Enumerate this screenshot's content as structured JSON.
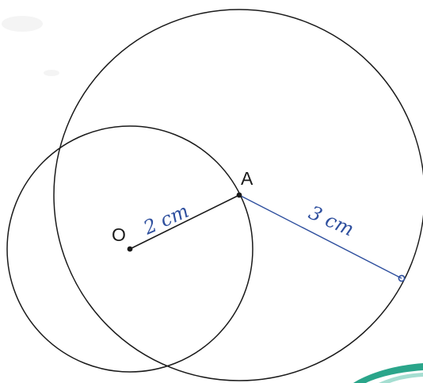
{
  "labels": {
    "point_o": "O",
    "point_a": "A",
    "radius_small": "2 cm",
    "radius_large": "3 cm"
  },
  "colors": {
    "ink": "#1a1a1a",
    "pen_blue": "#2e4f9e",
    "corner_green": "#2aa58a"
  }
}
